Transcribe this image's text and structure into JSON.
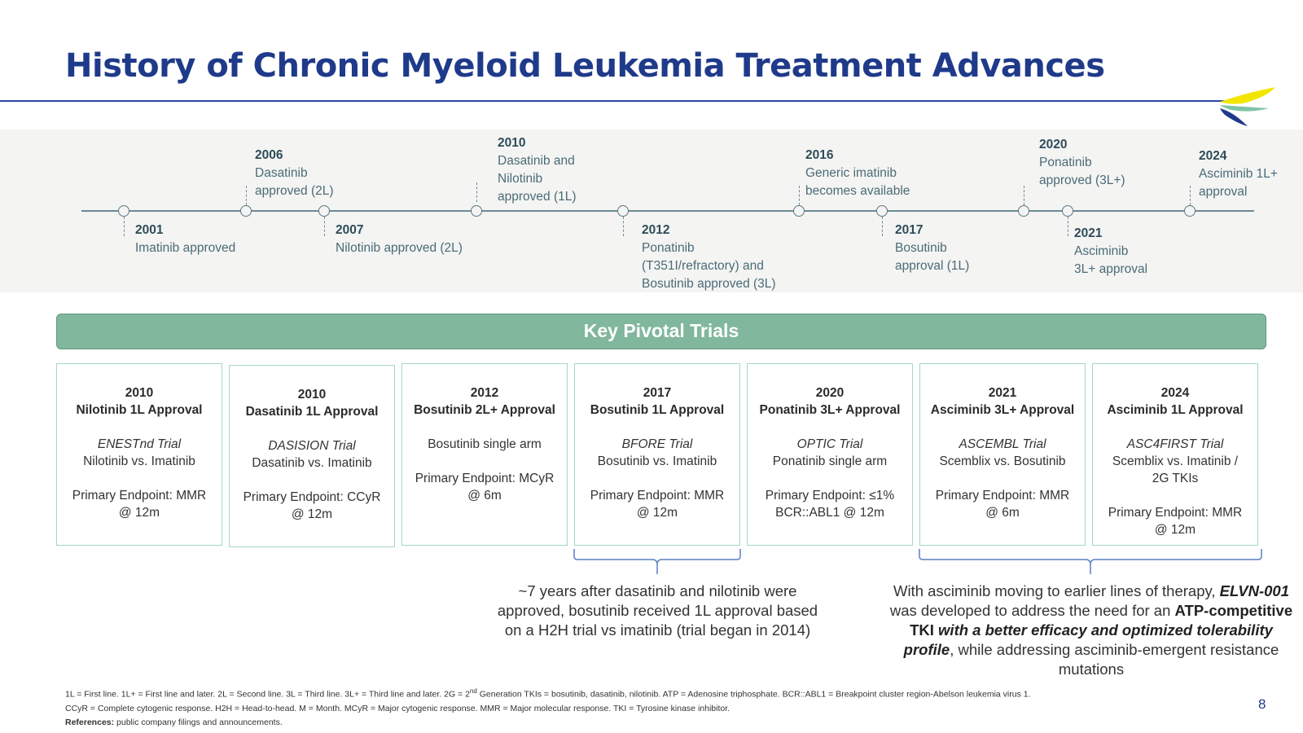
{
  "title": "History of Chronic Myeloid Leukemia Treatment Advances",
  "timeline": [
    {
      "year": "2001",
      "text": "Imatinib approved"
    },
    {
      "year": "2006",
      "text": "Dasatinib\napproved (2L)"
    },
    {
      "year": "2007",
      "text": "Nilotinib approved (2L)"
    },
    {
      "year": "2010",
      "text": "Dasatinib and\nNilotinib\napproved (1L)"
    },
    {
      "year": "2012",
      "text": "Ponatinib\n(T351I/refractory) and\nBosutinib approved (3L)"
    },
    {
      "year": "2016",
      "text": "Generic imatinib\nbecomes available"
    },
    {
      "year": "2017",
      "text": "Bosutinib\napproval (1L)"
    },
    {
      "year": "2020",
      "text": "Ponatinib\napproved (3L+)"
    },
    {
      "year": "2021",
      "text": "Asciminib\n3L+ approval"
    },
    {
      "year": "2024",
      "text": "Asciminib 1L+\napproval"
    }
  ],
  "key_trials_label": "Key Pivotal Trials",
  "cards": [
    {
      "header": "2010\nNilotinib 1L Approval",
      "trial": "ENESTnd Trial",
      "comparison": "Nilotinib vs. Imatinib",
      "endpoint": "Primary Endpoint: MMR\n@ 12m"
    },
    {
      "header": "2010\nDasatinib 1L Approval",
      "trial": "DASISION Trial",
      "comparison": "Dasatinib vs. Imatinib",
      "endpoint": "Primary Endpoint: CCyR\n@ 12m"
    },
    {
      "header": "2012\nBosutinib 2L+ Approval",
      "trial": "",
      "comparison": "Bosutinib single arm",
      "endpoint": "Primary Endpoint: MCyR\n@ 6m"
    },
    {
      "header": "2017\nBosutinib 1L Approval",
      "trial": "BFORE Trial",
      "comparison": "Bosutinib vs. Imatinib",
      "endpoint": "Primary Endpoint: MMR\n@ 12m"
    },
    {
      "header": "2020\nPonatinib 3L+ Approval",
      "trial": "OPTIC Trial",
      "comparison": "Ponatinib single arm",
      "endpoint": "Primary Endpoint: ≤1%\nBCR::ABL1 @ 12m"
    },
    {
      "header": "2021\nAsciminib 3L+ Approval",
      "trial": "ASCEMBL Trial",
      "comparison": "Scemblix vs. Bosutinib",
      "endpoint": "Primary Endpoint: MMR\n@ 6m"
    },
    {
      "header": "2024\nAsciminib 1L Approval",
      "trial": "ASC4FIRST Trial",
      "comparison": "Scemblix vs. Imatinib /\n2G TKIs",
      "endpoint": "Primary Endpoint: MMR\n@ 12m"
    }
  ],
  "note_left": "~7 years after dasatinib and nilotinib were approved, bosutinib received 1L approval based on a H2H trial vs imatinib (trial began in 2014)",
  "note_right": {
    "p1": "With asciminib moving to earlier lines of therapy, ",
    "b1": "ELVN-001",
    "p2": " was developed to address the need for an ",
    "b2": "ATP-competitive TKI",
    "b3": " with a better efficacy and optimized tolerability profile",
    "p3": ", while addressing asciminib-emergent resistance mutations"
  },
  "footnote": {
    "line1a": "1L = First line. 1L+ = First line and later. 2L = Second line. 3L = Third line. 3L+ = Third line and later. 2G = 2",
    "line1sup": "nd",
    "line1b": " Generation TKIs = bosutinib, dasatinib, nilotinib. ATP = Adenosine triphosphate. BCR::ABL1 = Breakpoint cluster region-Abelson leukemia virus 1.",
    "line2": "CCyR = Complete cytogenic response. H2H = Head-to-head. M = Month. MCyR = Major cytogenic response. MMR = Major molecular response. TKI = Tyrosine kinase inhibitor.",
    "ref_label": "References:",
    "ref_text": " public company filings and announcements."
  },
  "page_number": "8",
  "colors": {
    "title": "#1f3a8a",
    "band": "#81b79c",
    "card_border": "#a5d6c3",
    "timeline": "#6e8a94"
  }
}
